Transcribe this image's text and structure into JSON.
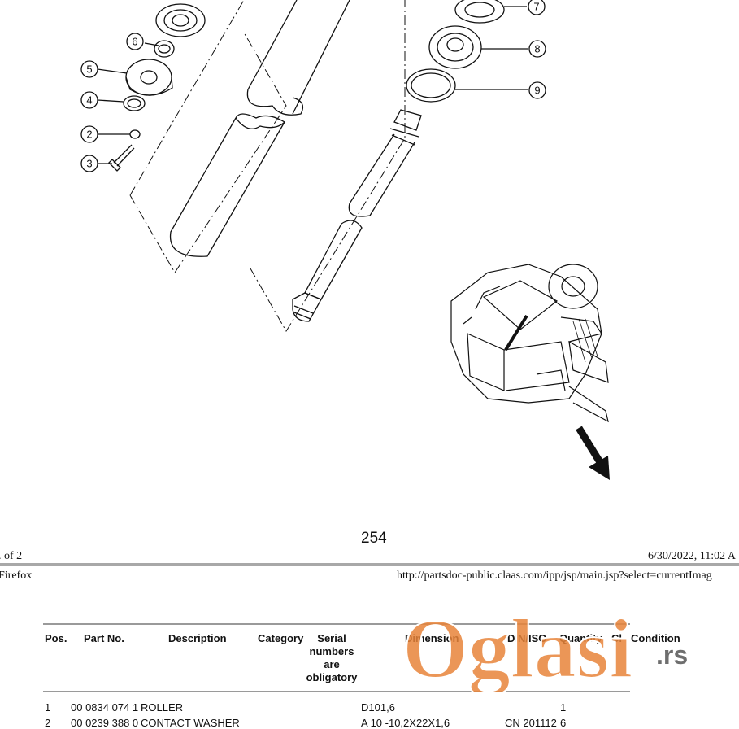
{
  "drawing": {
    "callouts": [
      "7",
      "8",
      "9",
      "6",
      "5",
      "4",
      "2",
      "3"
    ]
  },
  "page_number": "254",
  "print_footer": {
    "page_of": ". of 2",
    "datetime": "6/30/2022, 11:02 A"
  },
  "browser_header": {
    "app": "Firefox",
    "url": "http://partsdoc-public.claas.com/ipp/jsp/main.jsp?select=currentImag"
  },
  "table": {
    "headers": {
      "pos": "Pos.",
      "part_no": "Part No.",
      "description": "Description",
      "category": "Category",
      "serial_1": "Serial",
      "serial_2": "numbers",
      "serial_3": "are",
      "serial_4": "obligatory",
      "dimension": "Dimension",
      "din_iso": "DIN/ISO",
      "quantity": "Quantity",
      "cl": "Cl",
      "condition": "Condition"
    },
    "rows": [
      {
        "pos": "1",
        "part_no": "00 0834 074 1",
        "description": "ROLLER",
        "dimension": "D101,6",
        "din_iso": "",
        "quantity": "1"
      },
      {
        "pos": "2",
        "part_no": "00 0239 388 0",
        "description": "CONTACT WASHER",
        "dimension": "A 10 -10,2X22X1,6",
        "din_iso": "CN 201112",
        "quantity": "6"
      }
    ]
  },
  "watermark": {
    "brand": "Oglasi",
    "tld": ".rs",
    "color": "#e8843a"
  }
}
